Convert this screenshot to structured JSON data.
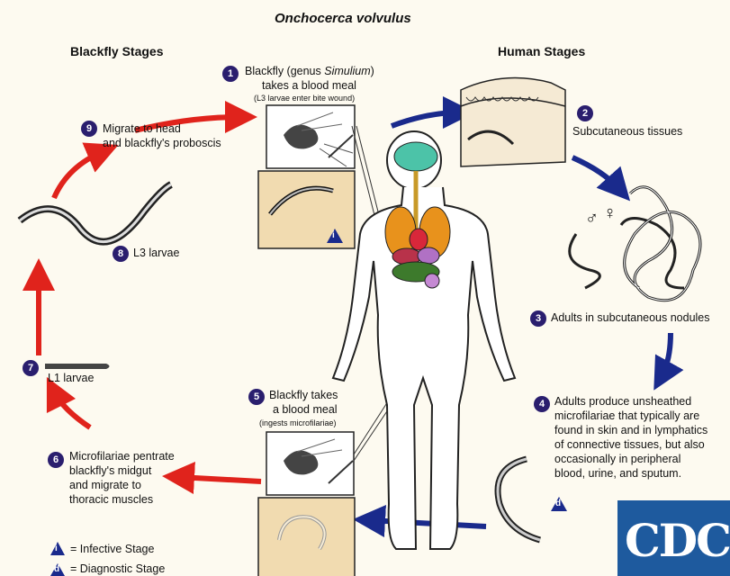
{
  "title": "Onchocerca volvulus",
  "headings": {
    "blackfly": "Blackfly Stages",
    "human": "Human Stages"
  },
  "steps": [
    {
      "number": "1",
      "lines": [
        "Blackfly (genus ",
        "Simulium",
        ")",
        "takes a blood meal"
      ],
      "note": "(L3 larvae enter bite wound)"
    },
    {
      "number": "2",
      "text": "Subcutaneous tissues"
    },
    {
      "number": "3",
      "text": "Adults in subcutaneous nodules"
    },
    {
      "number": "4",
      "lines": [
        "Adults produce unsheathed",
        "microfilariae that typically are",
        "found in skin and in lymphatics",
        "of connective tissues,  but also",
        "occasionally in peripheral",
        "blood, urine, and sputum."
      ]
    },
    {
      "number": "5",
      "lines": [
        "Blackfly takes",
        "a blood meal"
      ],
      "note": "(ingests microfilariae)"
    },
    {
      "number": "6",
      "lines": [
        "Microfilariae pentrate",
        "blackfly's midgut",
        "and migrate to",
        "thoracic muscles"
      ]
    },
    {
      "number": "7",
      "text": "L1 larvae"
    },
    {
      "number": "8",
      "text": "L3 larvae"
    },
    {
      "number": "9",
      "lines": [
        "Migrate to head",
        "and blackfly's proboscis"
      ]
    }
  ],
  "legend": {
    "infective_symbol": "i",
    "infective": "= Infective Stage",
    "diagnostic_symbol": "d",
    "diagnostic": "= Diagnostic Stage"
  },
  "symbols": {
    "male": "♂",
    "female": "♀"
  },
  "logo": "CDC",
  "colors": {
    "red_arrow": "#e0231c",
    "blue_arrow": "#1a2a8c",
    "badge": "#2a1e6e",
    "cdc_blue": "#1e5a9e",
    "panel": "#f1dbb0"
  }
}
